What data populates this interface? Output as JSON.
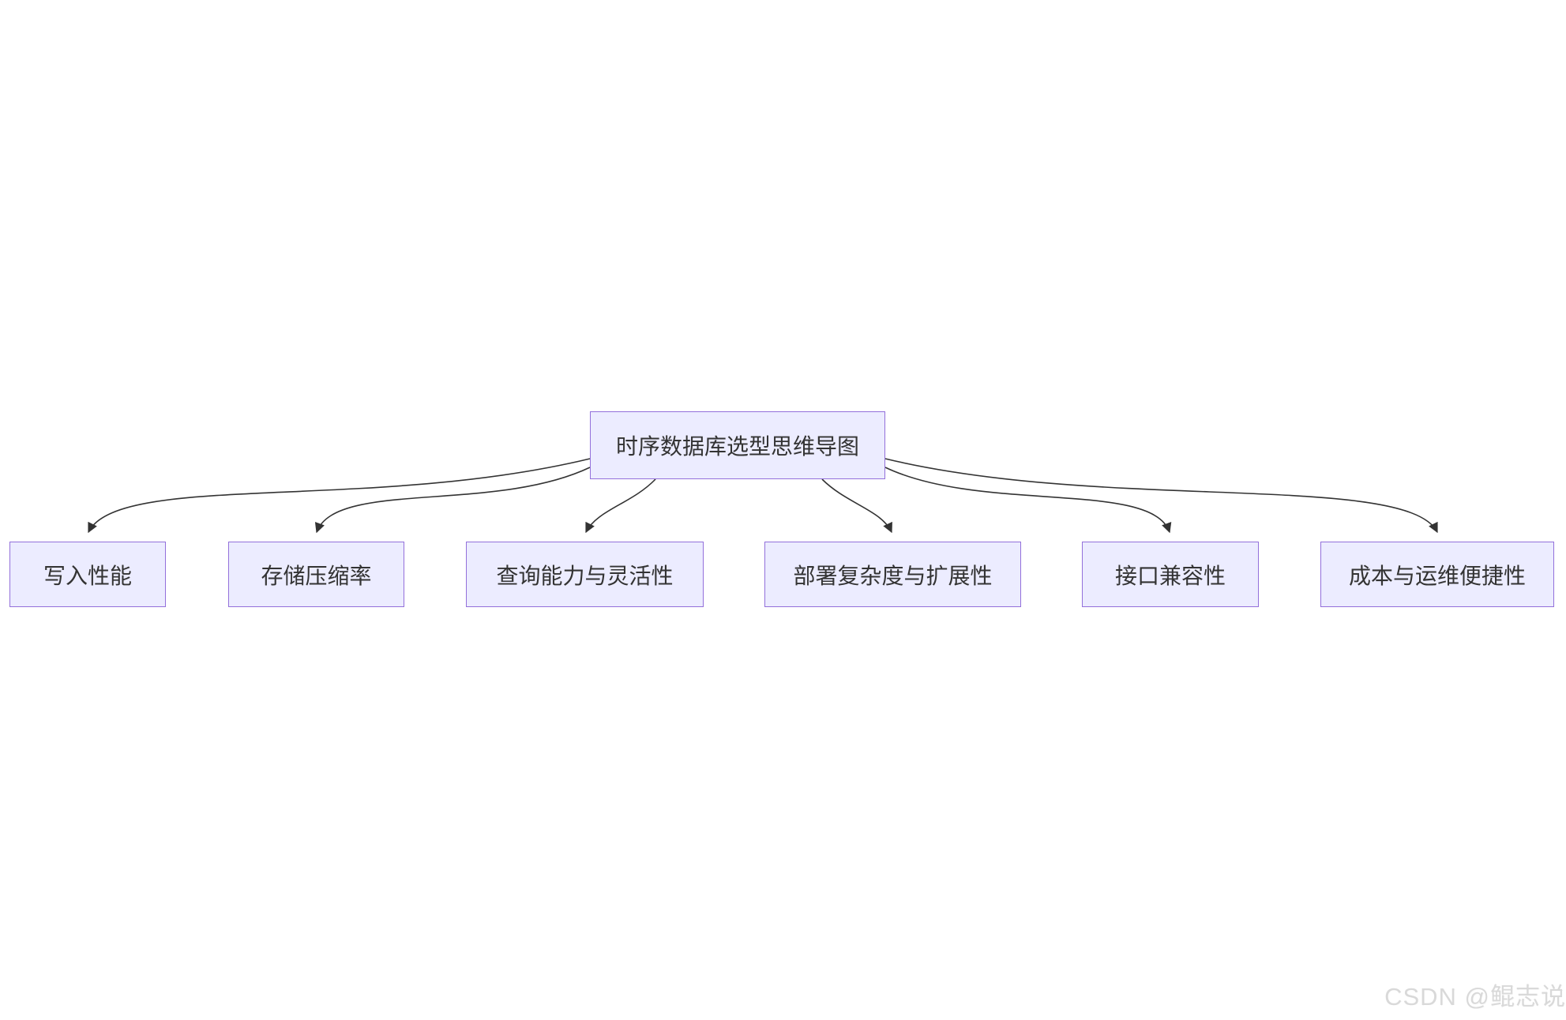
{
  "diagram": {
    "type": "mindmap-flowchart",
    "root": {
      "label": "时序数据库选型思维导图"
    },
    "children": [
      {
        "label": "写入性能"
      },
      {
        "label": "存储压缩率"
      },
      {
        "label": "查询能力与灵活性"
      },
      {
        "label": "部署复杂度与扩展性"
      },
      {
        "label": "接口兼容性"
      },
      {
        "label": "成本与运维便捷性"
      }
    ],
    "colors": {
      "node_fill": "#ECECFF",
      "node_border": "#9370DB",
      "node_text": "#333333",
      "edge_stroke": "#333333",
      "background": "#FFFFFF"
    }
  },
  "watermark": {
    "text": "CSDN @鲲志说"
  }
}
